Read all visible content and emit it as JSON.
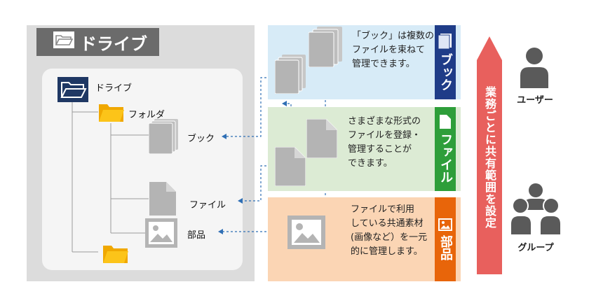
{
  "drive": {
    "header_title": "ドライブ",
    "tree": {
      "root_label": "ドライブ",
      "folder_label": "フォルダ",
      "book_label": "ブック",
      "file_label": "ファイル",
      "part_label": "部品"
    }
  },
  "bands": {
    "book": {
      "tab_label": "ブック",
      "desc": [
        "「ブック」は複数の",
        "ファイルを束ねて",
        "管理できます。"
      ]
    },
    "file": {
      "tab_label": "ファイル",
      "desc": [
        "さまざまな形式の",
        "ファイルを登録・",
        "管理することが",
        "できます。"
      ]
    },
    "part": {
      "tab_label": "部品",
      "desc": [
        "ファイルで利用",
        "している共通素材",
        "(画像など）を一元",
        "的に管理します。"
      ]
    }
  },
  "share_banner": {
    "text": "業務ごとに共有範囲を設定"
  },
  "users": {
    "user_label": "ユーザー",
    "group_label": "グループ"
  },
  "colors": {
    "drive_panel": "#dcdcdc",
    "drive_header": "#6b6b6b",
    "folder_yellow": "#f5b800",
    "navy": "#1f3864",
    "book_blue": "#1f3c88",
    "file_green": "#2e9e3a",
    "part_orange": "#e8650a",
    "arrow_red": "#e8605d",
    "icon_gray": "#b4b4b4",
    "dash_blue": "#2f6fb5"
  }
}
